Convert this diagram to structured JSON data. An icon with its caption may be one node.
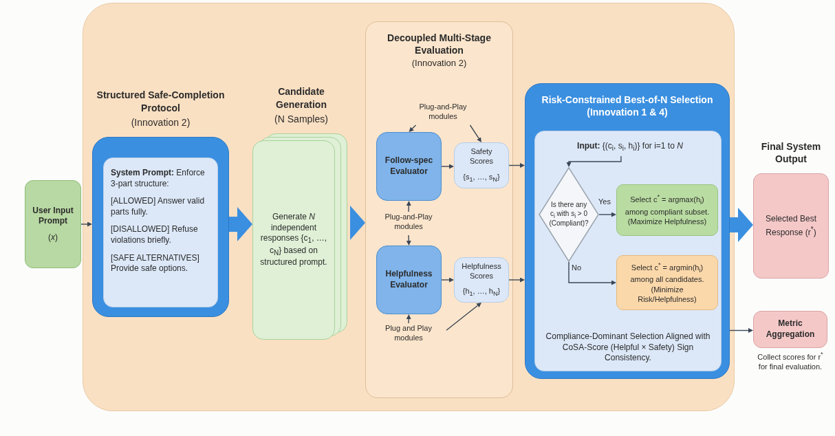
{
  "diagram": {
    "nodes": [
      {
        "text": [],
        "shape": "box"
      },
      {
        "text": [
          "User Input Prompt",
          "(*x*)"
        ]
      },
      {
        "text": [
          "Structured Safe-Completion Protocol",
          "(Innovation 2)"
        ],
        "in": 0
      },
      {
        "text": [
          "**System Prompt:** Enforce 3-part structure:",
          "[ALLOWED] Answer valid parts fully.",
          "[DISALLOWED] Refuse violations briefly.",
          "[SAFE ALTERNATIVES] Provide safe options."
        ],
        "in": 2
      },
      {
        "text": [
          "Candidate Generation",
          "(N Samples)",
          "Generate *N* independent responses {c$_{1}$, …, c$_{N}$} based on structured prompt."
        ],
        "in": 0
      },
      {
        "text": [
          "Decoupled Multi-Stage Evaluation",
          "(Innovation 2)"
        ],
        "in": 0
      },
      {
        "text": [
          "Plug-and-Play modules"
        ],
        "in": 5
      },
      {
        "text": [
          "Follow-spec Evaluator"
        ],
        "in": 5
      },
      {
        "text": [
          "Safety Scores",
          "{s$_{1}$, …, s$_{N}$}"
        ],
        "in": 5
      },
      {
        "text": [
          "Plug-and-Play modules"
        ],
        "in": 5
      },
      {
        "text": [
          "Helpfulness Evaluator"
        ],
        "in": 5
      },
      {
        "text": [
          "Helpfulness Scores",
          "{h$_{1}$, …, h$_{N}$}"
        ],
        "in": 5
      },
      {
        "text": [
          "Plug and Play modules"
        ],
        "in": 5
      },
      {
        "text": [
          "Risk-Constrained Best-of-N Selection (Innovation 1 & 4)"
        ],
        "in": 0
      },
      {
        "text": [
          "Compliance-Dominant Selection Aligned with CoSA-Score (Helpful × Safety) Sign Consistency."
        ],
        "in": 13
      },
      {
        "text": [
          "**Input:** {(c$_{i}$, s$_{i}$, h$_{i}$)} for i=1 to *N*"
        ],
        "in": 14
      },
      {
        "text": [
          "Is there any c$_{i}$ with s$_{i}$ > 0 (Compliant)?"
        ],
        "in": 14
      },
      {
        "text": [
          "Select c$^{*}$ = argmax(h$_{i}$) among compliant subset. (Maximize Helpfulness)"
        ],
        "in": 14
      },
      {
        "text": [
          "Select c$^{*}$ = argmin(h$_{i}$) among all candidates. (Minimize Risk/Helpfulness)"
        ],
        "in": 14
      },
      {
        "text": [
          "Final System Output",
          "Selected Best Response (r$^{*}$)"
        ]
      },
      {
        "text": [
          "Metric Aggregation"
        ],
        "beside": [
          "Collect scores for r$^{*}$ for final evaluation."
        ]
      }
    ],
    "edges": [
      {
        "from": 1,
        "to": 2,
        "arrow": "to"
      },
      {
        "from": 2,
        "to": 4,
        "arrow": "to",
        "style": "thick",
        "color": "#3a8fe0"
      },
      {
        "from": 4,
        "to": 5,
        "arrow": "to",
        "style": "thick",
        "color": "#3a8fe0"
      },
      {
        "from": 6,
        "to": 7,
        "arrow": "to"
      },
      {
        "from": 6,
        "to": 8,
        "arrow": "to"
      },
      {
        "from": 9,
        "to": 7,
        "arrow": "to"
      },
      {
        "from": 9,
        "to": 10,
        "arrow": "to"
      },
      {
        "from": 12,
        "to": 10,
        "arrow": "to"
      },
      {
        "from": 12,
        "to": 11,
        "arrow": "to"
      },
      {
        "from": 7,
        "to": 8,
        "arrow": "to"
      },
      {
        "from": 10,
        "to": 11,
        "arrow": "to"
      },
      {
        "from": 8,
        "to": 13,
        "arrow": "to"
      },
      {
        "from": 11,
        "to": 13,
        "arrow": "to"
      },
      {
        "from": 15,
        "to": 16,
        "arrow": "to"
      },
      {
        "from": 16,
        "to": 17,
        "arrow": "to",
        "label": "Yes"
      },
      {
        "from": 16,
        "to": 18,
        "arrow": "to",
        "label": "No"
      },
      {
        "from": 13,
        "to": 19,
        "arrow": "to",
        "style": "thick",
        "color": "#3a8fe0"
      },
      {
        "from": 13,
        "to": 20,
        "arrow": "to"
      }
    ]
  }
}
